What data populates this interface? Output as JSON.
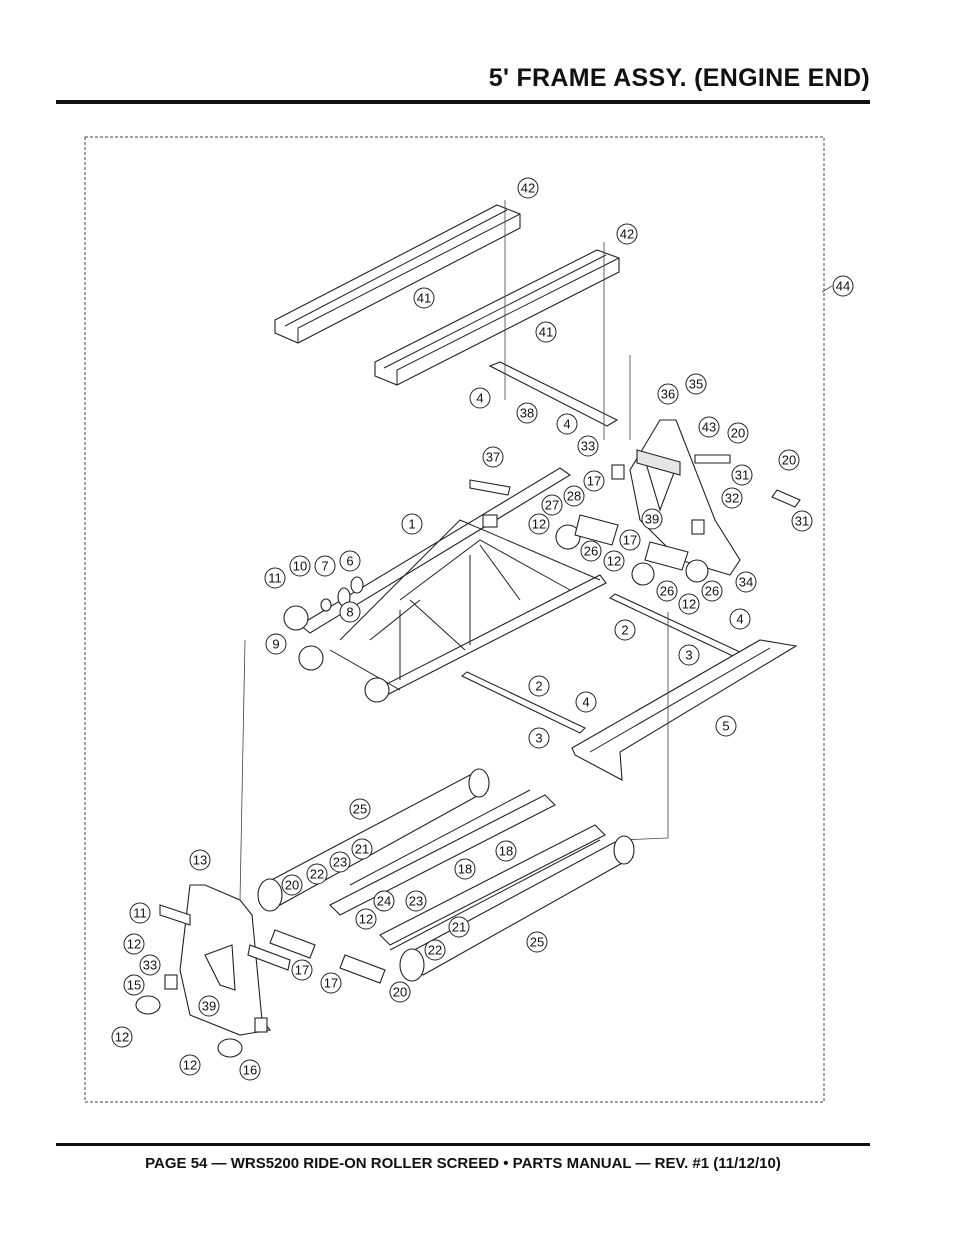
{
  "header": {
    "title": "5' FRAME ASSY. (ENGINE END)"
  },
  "footer": {
    "text": "PAGE 54 — WRS5200 RIDE-ON ROLLER SCREED • PARTS MANUAL — REV. #1 (11/12/10)"
  },
  "callouts": [
    {
      "id": "c42a",
      "label": "42"
    },
    {
      "id": "c42b",
      "label": "42"
    },
    {
      "id": "c44",
      "label": "44"
    },
    {
      "id": "c41a",
      "label": "41"
    },
    {
      "id": "c41b",
      "label": "41"
    },
    {
      "id": "c4a",
      "label": "4"
    },
    {
      "id": "c38",
      "label": "38"
    },
    {
      "id": "c4b",
      "label": "4"
    },
    {
      "id": "c36",
      "label": "36"
    },
    {
      "id": "c35",
      "label": "35"
    },
    {
      "id": "c43",
      "label": "43"
    },
    {
      "id": "c20a",
      "label": "20"
    },
    {
      "id": "c33a",
      "label": "33"
    },
    {
      "id": "c37",
      "label": "37"
    },
    {
      "id": "c17a",
      "label": "17"
    },
    {
      "id": "c31a",
      "label": "31"
    },
    {
      "id": "c20b",
      "label": "20"
    },
    {
      "id": "c28",
      "label": "28"
    },
    {
      "id": "c27",
      "label": "27"
    },
    {
      "id": "c32",
      "label": "32"
    },
    {
      "id": "c1",
      "label": "1"
    },
    {
      "id": "c12a",
      "label": "12"
    },
    {
      "id": "c39a",
      "label": "39"
    },
    {
      "id": "c31b",
      "label": "31"
    },
    {
      "id": "c26a",
      "label": "26"
    },
    {
      "id": "c17b",
      "label": "17"
    },
    {
      "id": "c10",
      "label": "10"
    },
    {
      "id": "c7",
      "label": "7"
    },
    {
      "id": "c6",
      "label": "6"
    },
    {
      "id": "c12b",
      "label": "12"
    },
    {
      "id": "c11a",
      "label": "11"
    },
    {
      "id": "c34",
      "label": "34"
    },
    {
      "id": "c26b",
      "label": "26"
    },
    {
      "id": "c26c",
      "label": "26"
    },
    {
      "id": "c8",
      "label": "8"
    },
    {
      "id": "c12c",
      "label": "12"
    },
    {
      "id": "c4c",
      "label": "4"
    },
    {
      "id": "c9",
      "label": "9"
    },
    {
      "id": "c2a",
      "label": "2"
    },
    {
      "id": "c3a",
      "label": "3"
    },
    {
      "id": "c2b",
      "label": "2"
    },
    {
      "id": "c4d",
      "label": "4"
    },
    {
      "id": "c5",
      "label": "5"
    },
    {
      "id": "c3b",
      "label": "3"
    },
    {
      "id": "c25a",
      "label": "25"
    },
    {
      "id": "c21a",
      "label": "21"
    },
    {
      "id": "c18a",
      "label": "18"
    },
    {
      "id": "c13",
      "label": "13"
    },
    {
      "id": "c23a",
      "label": "23"
    },
    {
      "id": "c18b",
      "label": "18"
    },
    {
      "id": "c22a",
      "label": "22"
    },
    {
      "id": "c20c",
      "label": "20"
    },
    {
      "id": "c11b",
      "label": "11"
    },
    {
      "id": "c24",
      "label": "24"
    },
    {
      "id": "c23b",
      "label": "23"
    },
    {
      "id": "c12d",
      "label": "12"
    },
    {
      "id": "c21b",
      "label": "21"
    },
    {
      "id": "c12e",
      "label": "12"
    },
    {
      "id": "c22b",
      "label": "22"
    },
    {
      "id": "c25b",
      "label": "25"
    },
    {
      "id": "c33b",
      "label": "33"
    },
    {
      "id": "c17c",
      "label": "17"
    },
    {
      "id": "c17d",
      "label": "17"
    },
    {
      "id": "c15",
      "label": "15"
    },
    {
      "id": "c20d",
      "label": "20"
    },
    {
      "id": "c39b",
      "label": "39"
    },
    {
      "id": "c12f",
      "label": "12"
    },
    {
      "id": "c12g",
      "label": "12"
    },
    {
      "id": "c16",
      "label": "16"
    }
  ]
}
